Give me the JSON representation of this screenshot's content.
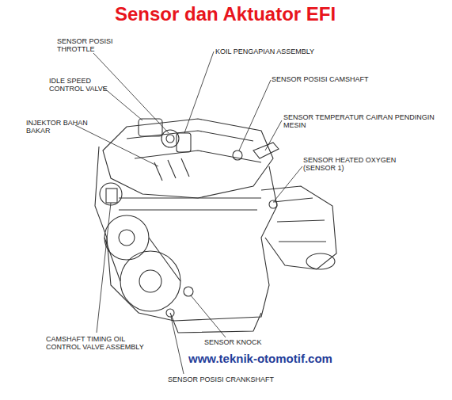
{
  "diagram": {
    "title": "Sensor dan Aktuator EFI",
    "labels": [
      "SENSOR POSISI THROTTLE",
      "KOIL PENGAPIAN ASSEMBLY",
      "IDLE SPEED CONTROL VALVE",
      "SENSOR POSISI CAMSHAFT",
      "INJEKTOR BAHAN BAKAR",
      "SENSOR TEMPERATUR CAIRAN PENDINGIN MESIN",
      "SENSOR HEATED OXYGEN (SENSOR 1)",
      "CAMSHAFT TIMING OIL CONTROL VALVE ASSEMBLY",
      "SENSOR KNOCK",
      "www.teknik-otomotif.com",
      "SENSOR POSISI CRANKSHAFT"
    ]
  }
}
